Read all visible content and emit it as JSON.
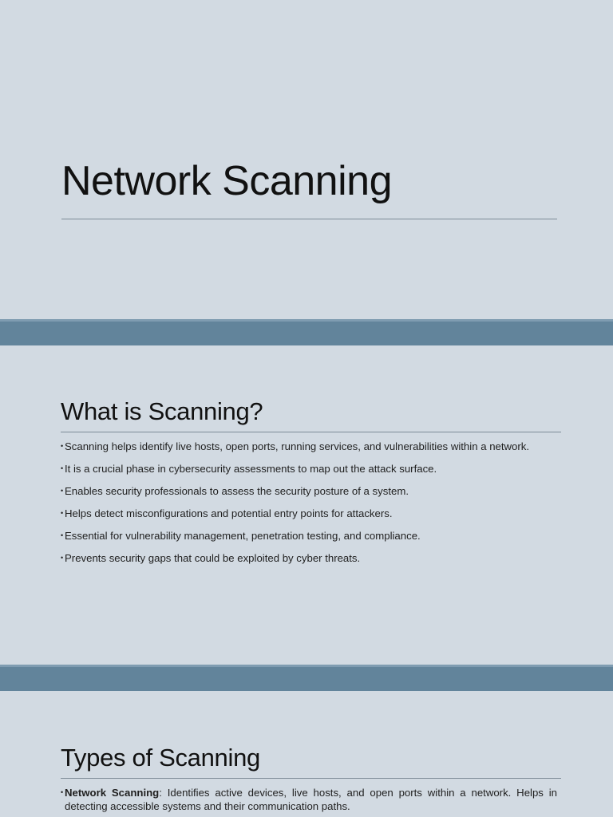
{
  "slides": [
    {
      "title": "Network Scanning"
    },
    {
      "title": "What is Scanning?",
      "bullets": [
        "Scanning helps identify live hosts, open ports, running services, and vulnerabilities within a network.",
        "It is a crucial phase in cybersecurity assessments to map out the attack surface.",
        "Enables security professionals to assess the security posture of a system.",
        "Helps detect misconfigurations and potential entry points for attackers.",
        "Essential for vulnerability management, penetration testing, and compliance.",
        "Prevents security gaps that could be exploited by cyber threats."
      ]
    },
    {
      "title": "Types of Scanning",
      "bullets": [
        {
          "term": "Network Scanning",
          "text": ": Identifies active devices, live hosts, and open ports within a network. Helps in detecting accessible systems and their communication paths."
        }
      ]
    }
  ],
  "colors": {
    "slide_background": "#d2dae2",
    "separator": "#62849b"
  }
}
